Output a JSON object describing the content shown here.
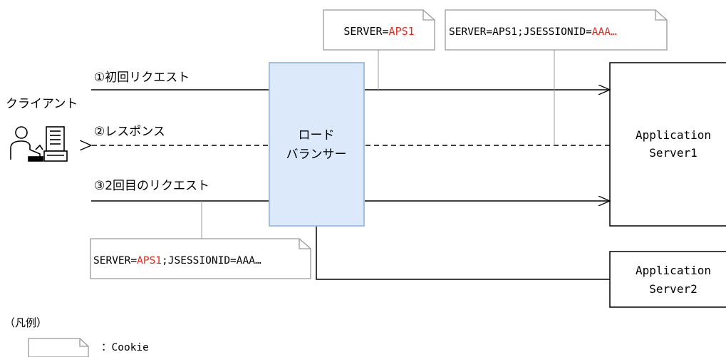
{
  "client": {
    "label": "クライアント"
  },
  "load_balancer": {
    "line1": "ロード",
    "line2": "バランサー"
  },
  "servers": [
    {
      "line1": "Application",
      "line2": "Server1"
    },
    {
      "line1": "Application",
      "line2": "Server2"
    }
  ],
  "arrows": {
    "first_request": "①初回リクエスト",
    "response": "②レスポンス",
    "second_request": "③2回目のリクエスト"
  },
  "cookies": {
    "cookie_1": {
      "prefix": "SERVER=",
      "value": "APS1"
    },
    "cookie_2": {
      "prefix": "SERVER=APS1;JSESSIONID=",
      "value": "AAA…"
    },
    "cookie_3": {
      "prefix": "SERVER=",
      "value": "APS1",
      "suffix": ";JSESSIONID=AAA…"
    }
  },
  "legend": {
    "title": "（凡例）",
    "cookie_label": "：Cookie"
  },
  "colors": {
    "load_balancer_fill": "#dce9fb",
    "load_balancer_stroke": "#9fc1e8",
    "highlight": "#e8261a"
  }
}
